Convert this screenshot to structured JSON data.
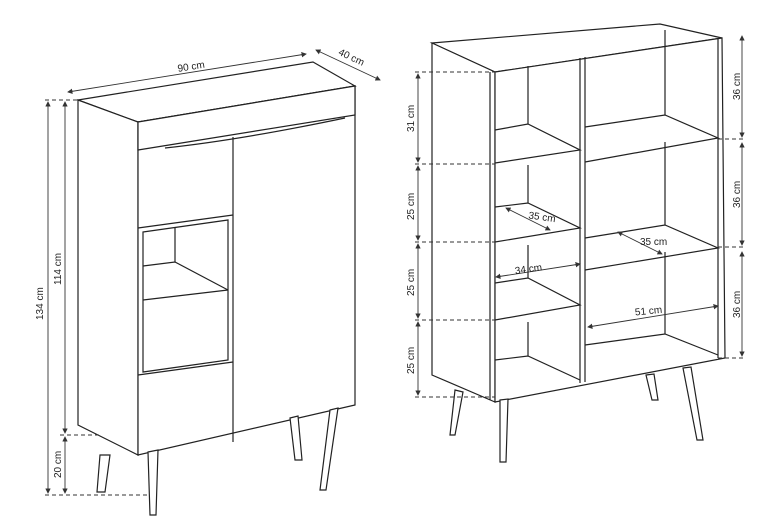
{
  "cabinet": {
    "width_label": "90 cm",
    "depth_label": "40 cm",
    "total_height_label": "134 cm",
    "body_height_label": "114 cm",
    "leg_height_label": "20 cm"
  },
  "shelf_unit": {
    "left_heights": [
      "31 cm",
      "25 cm",
      "25 cm",
      "25 cm"
    ],
    "right_heights": [
      "36 cm",
      "36 cm",
      "36 cm"
    ],
    "depth_left_label": "35 cm",
    "depth_right_label": "35 cm",
    "inner_width_left_label": "34 cm",
    "inner_width_right_label": "51 cm"
  }
}
